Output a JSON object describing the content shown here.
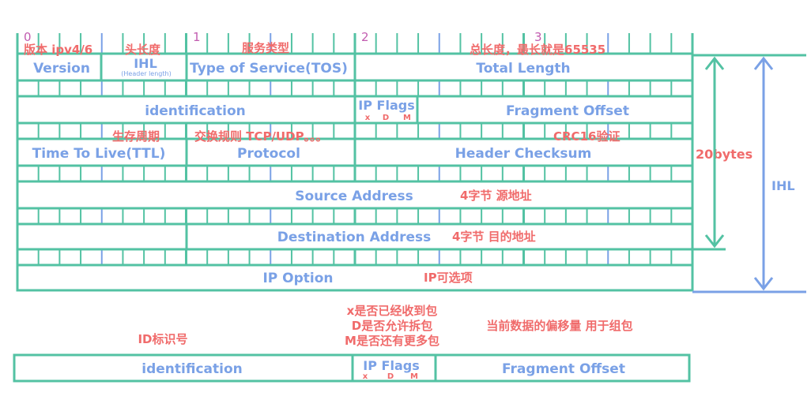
{
  "bit_markers": [
    "0",
    "1",
    "2",
    "3"
  ],
  "header_fields": {
    "version": "Version",
    "ihl": "IHL",
    "ihl_sub": "(Header length)",
    "tos": "Type of Service(TOS)",
    "total_length": "Total Length",
    "identification": "identification",
    "ip_flags": "IP Flags",
    "flag_x": "x",
    "flag_d": "D",
    "flag_m": "M",
    "fragment_offset": "Fragment Offset",
    "ttl": "Time To Live(TTL)",
    "protocol": "Protocol",
    "header_checksum": "Header Checksum",
    "source_address": "Source Address",
    "destination_address": "Destination Address",
    "ip_option": "IP Option"
  },
  "annotations": {
    "version_note": "版本 ipv4/6",
    "ihl_note": "头长度",
    "tos_note": "服务类型",
    "total_length_note": "总长度，最长就是65535",
    "ttl_note": "生存周期",
    "protocol_note": "交换规则 TCP/UDP。。。",
    "checksum_note": "CRC16验证",
    "source_note": "4字节 源地址",
    "dest_note": "4字节 目的地址",
    "option_note": "IP可选项",
    "size_20": "20bytes",
    "ihl_side": "IHL"
  },
  "detail": {
    "flags_line1": "x是否已经收到包",
    "flags_line2": "D是否允许拆包",
    "flags_line3": "M是否还有更多包",
    "offset_note": "当前数据的偏移量 用于组包",
    "id_note": "ID标识号",
    "identification": "identification",
    "ip_flags": "IP Flags",
    "flag_x": "x",
    "flag_d": "D",
    "flag_m": "M",
    "fragment_offset": "Fragment Offset"
  },
  "colors": {
    "border": "#53c2a3",
    "field_text": "#7aa1e6",
    "note_text": "#f06b6b",
    "bit_marker": "#c25db0",
    "ihl_arrow": "#7aa1e6",
    "size_arrow": "#53c2a3"
  }
}
